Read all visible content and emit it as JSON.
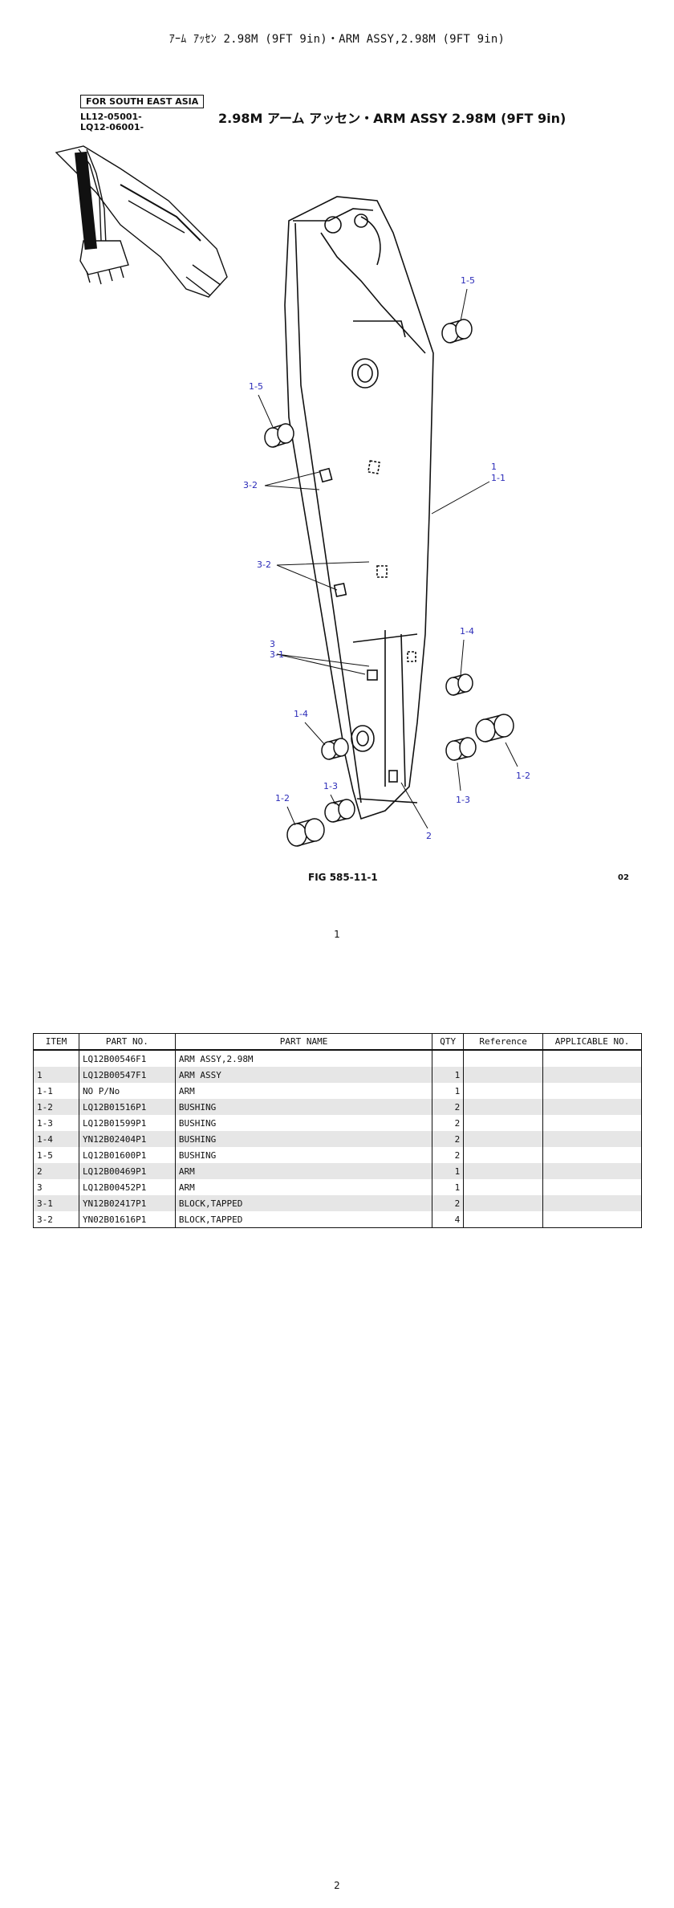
{
  "page_title": "ｱｰﾑ ｱｯｾﾝ 2.98M (9FT 9in)・ARM ASSY,2.98M (9FT 9in)",
  "region_label": "FOR SOUTH EAST ASIA",
  "serials": [
    "LL12-05001-",
    "LQ12-06001-"
  ],
  "figure_heading": "2.98M アーム アッセン・ARM ASSY 2.98M (9FT 9in)",
  "figure_caption": "FIG 585-11-1",
  "figure_code": "02",
  "callouts": {
    "c1_5_top": "1-5",
    "c1_5_left": "1-5",
    "c1": "1",
    "c1_1": "1-1",
    "c3_2_a": "3-2",
    "c3_2_b": "3-2",
    "c3": "3",
    "c3_1": "3-1",
    "c1_4_right": "1-4",
    "c1_4_left": "1-4",
    "c1_3_left": "1-3",
    "c1_2_left": "1-2",
    "c1_3_right": "1-3",
    "c1_2_right": "1-2",
    "c2": "2"
  },
  "page_number_1": "1",
  "page_number_2": "2",
  "parts_table": {
    "headers": [
      "ITEM",
      "PART NO.",
      "PART NAME",
      "QTY",
      "Reference",
      "APPLICABLE NO."
    ],
    "rows": [
      {
        "item": "",
        "part_no": "LQ12B00546F1",
        "name": "ARM ASSY,2.98M",
        "qty": "",
        "ref": "",
        "app": ""
      },
      {
        "item": "1",
        "part_no": "LQ12B00547F1",
        "name": "ARM ASSY",
        "qty": "1",
        "ref": "",
        "app": ""
      },
      {
        "item": "1-1",
        "part_no": "NO P/No",
        "name": "ARM",
        "qty": "1",
        "ref": "",
        "app": ""
      },
      {
        "item": "1-2",
        "part_no": "LQ12B01516P1",
        "name": "BUSHING",
        "qty": "2",
        "ref": "",
        "app": ""
      },
      {
        "item": "1-3",
        "part_no": "LQ12B01599P1",
        "name": "BUSHING",
        "qty": "2",
        "ref": "",
        "app": ""
      },
      {
        "item": "1-4",
        "part_no": "YN12B02404P1",
        "name": "BUSHING",
        "qty": "2",
        "ref": "",
        "app": ""
      },
      {
        "item": "1-5",
        "part_no": "LQ12B01600P1",
        "name": "BUSHING",
        "qty": "2",
        "ref": "",
        "app": ""
      },
      {
        "item": "2",
        "part_no": "LQ12B00469P1",
        "name": "ARM",
        "qty": "1",
        "ref": "",
        "app": ""
      },
      {
        "item": "3",
        "part_no": "LQ12B00452P1",
        "name": "ARM",
        "qty": "1",
        "ref": "",
        "app": ""
      },
      {
        "item": "3-1",
        "part_no": "YN12B02417P1",
        "name": "BLOCK,TAPPED",
        "qty": "2",
        "ref": "",
        "app": ""
      },
      {
        "item": "3-2",
        "part_no": "YN02B01616P1",
        "name": "BLOCK,TAPPED",
        "qty": "4",
        "ref": "",
        "app": ""
      }
    ]
  }
}
